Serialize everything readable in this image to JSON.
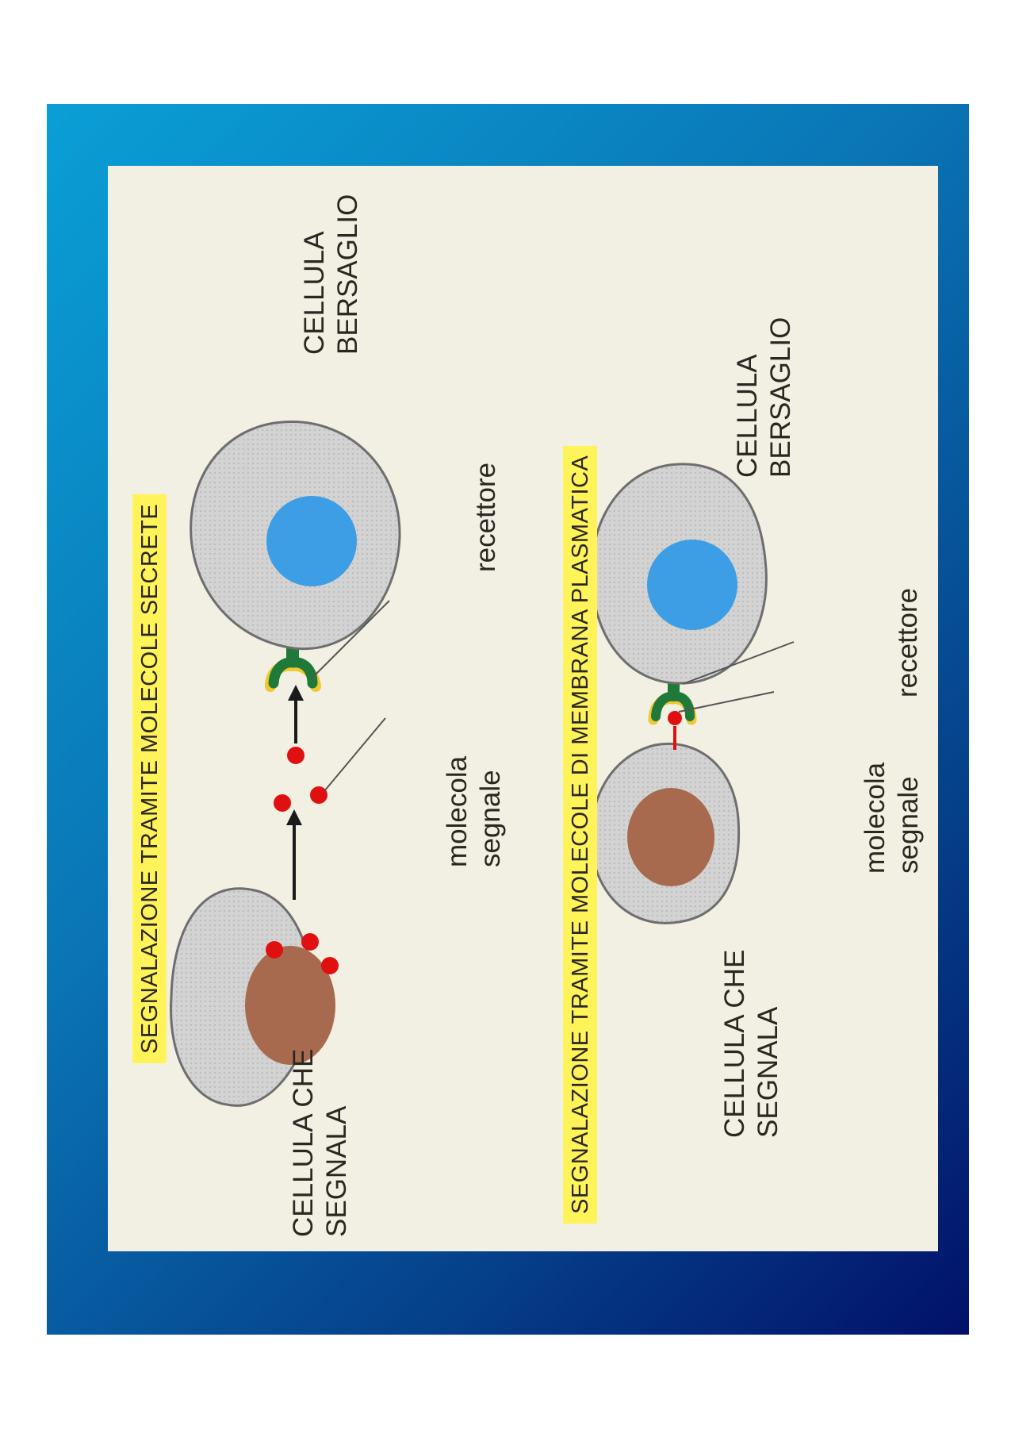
{
  "diagram": {
    "heading_top": "SEGNALAZIONE TRAMITE MOLECOLE SECRETE",
    "heading_bottom": "SEGNALAZIONE TRAMITE MOLECOLE DI MEMBRANA PLASMATICA",
    "top": {
      "signal_cell": [
        "CELLULA CHE",
        "SEGNALA"
      ],
      "target_cell": [
        "CELLULA",
        "BERSAGLIO"
      ],
      "molecule": [
        "molecola",
        "segnale"
      ],
      "receptor": "recettore"
    },
    "bottom": {
      "signal_cell": [
        "CELLULA CHE",
        "SEGNALA"
      ],
      "target_cell": [
        "CELLULA",
        "BERSAGLIO"
      ],
      "molecule": [
        "molecola",
        "segnale"
      ],
      "receptor": "recettore"
    }
  },
  "colors": {
    "background_top": "#0a9fd6",
    "background_bottom": "#02116a",
    "panel": "#f2f0e2",
    "highlight": "#fff35a",
    "cell": "#cfcfcf",
    "signal_nucleus": "#a86a4e",
    "target_nucleus": "#3d9ee6",
    "signal_molecule": "#e01010",
    "receptor": "#1f7a3a"
  }
}
